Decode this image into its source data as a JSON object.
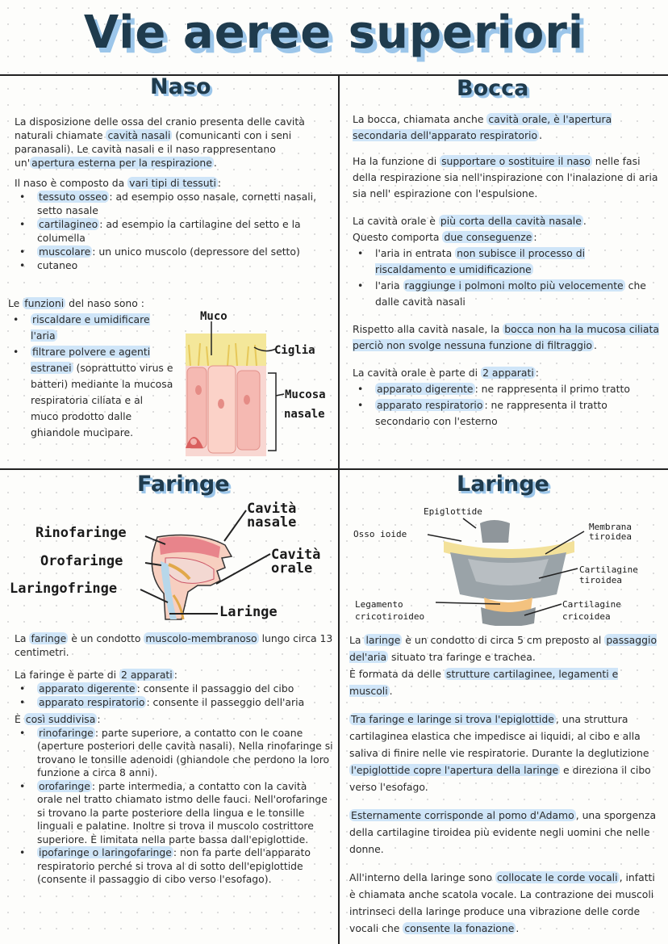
{
  "title": "Vie aeree superiori",
  "naso": {
    "heading": "Naso",
    "p1_a": "La disposizione delle ossa del cranio presenta delle cavità naturali chiamate ",
    "p1_hl1": "cavità nasali",
    "p1_b": " (comunicanti con i seni paranasali). Le cavità nasali e il naso rappresentano un'",
    "p1_hl2": "apertura esterna per la respirazione",
    "p1_c": ".",
    "p2_a": "Il naso è composto da ",
    "p2_hl": "vari tipi di tessuti",
    "p2_b": ":",
    "tissues": [
      {
        "hl": "tessuto osseo",
        "rest": ": ad esempio osso nasale, cornetti nasali, setto nasale"
      },
      {
        "hl": "cartilagineo",
        "rest": ": ad esempio la cartilagine del setto e la columella"
      },
      {
        "hl": "muscolare",
        "rest": ": un unico muscolo (depressore del setto)"
      },
      {
        "hl": "",
        "rest": "cutaneo"
      }
    ],
    "func_a": "Le ",
    "func_hl": "funzioni",
    "func_b": " del naso sono :",
    "f1_hl": "riscaldare e umidificare l'aria",
    "f2_hl1": "filtrare polvere e agenti estranei",
    "f2_rest": " (soprattutto virus e batteri) mediante la mucosa respiratoria ciliata e al muco prodotto dalle ghiandole mucipare.",
    "diagram": {
      "muco": "Muco",
      "ciglia": "Ciglia",
      "mucosa": "Mucosa",
      "nasale": "nasale"
    }
  },
  "bocca": {
    "heading": "Bocca",
    "p1_a": "La bocca, chiamata anche ",
    "p1_hl": "cavità orale, è l'apertura secondaria dell'apparato respiratorio",
    "p1_b": ".",
    "p2_a": "Ha la funzione di ",
    "p2_hl": "supportare o sostituire il naso",
    "p2_b": " nelle fasi della respirazione sia nell'inspirazione con l'inalazione di aria sia nell' espirazione con l'espulsione.",
    "p3_a": "La cavità orale è ",
    "p3_hl": "più corta della cavità nasale",
    "p3_b": ".",
    "p3_c": "Questo comporta ",
    "p3_hl2": "due conseguenze",
    "p3_d": ":",
    "cons": [
      {
        "a": "l'aria in entrata ",
        "hl": "non subisce il processo di riscaldamento e umidificazione",
        "b": ""
      },
      {
        "a": "l'aria ",
        "hl": "raggiunge i polmoni molto più velocemente",
        "b": " che dalle cavità nasali"
      }
    ],
    "p4_a": "Rispetto alla cavità nasale, la ",
    "p4_hl": "bocca non ha la mucosa ciliata perciò non svolge nessuna funzione di filtraggio",
    "p4_b": ".",
    "p5_a": "La cavità orale è parte di ",
    "p5_hl": "2 apparati",
    "p5_b": ":",
    "apparati": [
      {
        "hl": "apparato digerente",
        "rest": ": ne rappresenta il primo tratto"
      },
      {
        "hl": "apparato respiratorio",
        "rest": ": ne rappresenta il tratto secondario con l'esterno"
      }
    ]
  },
  "faringe": {
    "heading": "Faringe",
    "labels": {
      "rinofaringe": "Rinofaringe",
      "orofaringe": "Orofaringe",
      "laringofaringe": "Laringofringe",
      "laringe": "Laringe",
      "cavita_nasale_1": "Cavità",
      "cavita_nasale_2": "nasale",
      "cavita_orale_1": "Cavità",
      "cavita_orale_2": "orale"
    },
    "p1_a": "La ",
    "p1_hl1": "faringe",
    "p1_b": " è un condotto ",
    "p1_hl2": "muscolo-membranoso",
    "p1_c": " lungo circa 13 centimetri.",
    "p2_a": "La faringe è parte di ",
    "p2_hl": "2 apparati",
    "p2_b": ":",
    "apparati": [
      {
        "hl": "apparato digerente",
        "rest": ": consente il passaggio del cibo"
      },
      {
        "hl": "apparato respiratorio",
        "rest": ": consente il passeggio dell'aria"
      }
    ],
    "p3_a": "È ",
    "p3_hl": "così suddivisa",
    "p3_b": ":",
    "parts": [
      {
        "hl": "rinofaringe",
        "rest": ": parte superiore, a contatto con le coane (aperture posteriori delle cavità nasali). Nella rinofaringe si trovano le tonsille adenoidi (ghiandole che perdono la loro funzione a circa 8 anni)."
      },
      {
        "hl": "orofaringe",
        "rest": ": parte intermedia, a contatto con la cavità orale nel tratto chiamato istmo delle fauci. Nell'orofaringe si trovano la parte posteriore della lingua e le tonsille linguali e palatine. Inoltre si trova il muscolo costrittore superiore. È limitata nella parte bassa dall'epiglottide."
      },
      {
        "hl": "ipofaringe o laringofaringe",
        "rest": ": non fa parte dell'apparato respiratorio perché si trova al di sotto dell'epiglottide (consente il passaggio di cibo verso l'esofago)."
      }
    ]
  },
  "laringe": {
    "heading": "Laringe",
    "labels": {
      "epiglottide": "Epiglottide",
      "osso_ioide": "Osso ioide",
      "membrana_1": "Membrana",
      "membrana_2": "tiroidea",
      "cart_tiroidea_1": "Cartilagine",
      "cart_tiroidea_2": "tiroidea",
      "legamento_1": "Legamento",
      "legamento_2": "cricotiroideo",
      "cart_cricoidea_1": "Cartilagine",
      "cart_cricoidea_2": "cricoidea"
    },
    "p1_a": "La ",
    "p1_hl1": "laringe",
    "p1_b": " è un condotto di circa 5 cm preposto al ",
    "p1_hl2": "passaggio del'aria",
    "p1_c": " situato tra faringe e trachea.",
    "p1_d": "È formata da delle ",
    "p1_hl3": "strutture cartilaginee, legamenti e muscoli",
    "p1_e": ".",
    "p2_hl1": "Tra faringe e laringe si trova l'epiglottide",
    "p2_a": ", una struttura cartilaginea elastica che impedisce ai liquidi, al cibo e alla saliva di finire nelle vie respiratorie. Durante la deglutizione ",
    "p2_hl2": "l'epiglottide copre l'apertura della laringe",
    "p2_b": " e direziona il cibo verso l'esofago.",
    "p3_hl": "Esternamente corrisponde al pomo d'Adamo",
    "p3_a": ", una sporgenza della cartilagine tiroidea più evidente negli uomini che nelle donne.",
    "p4_a": "All'interno della laringe sono ",
    "p4_hl1": "collocate le corde vocali",
    "p4_b": ", infatti è chiamata anche scatola vocale. La contrazione dei muscoli intrinseci della laringe produce una vibrazione delle corde vocali che ",
    "p4_hl2": "consente la fonazione",
    "p4_c": "."
  },
  "colors": {
    "highlight": "#cfe5f8",
    "title_shadow": "#9cc6ea",
    "ink": "#1f3b4d"
  }
}
